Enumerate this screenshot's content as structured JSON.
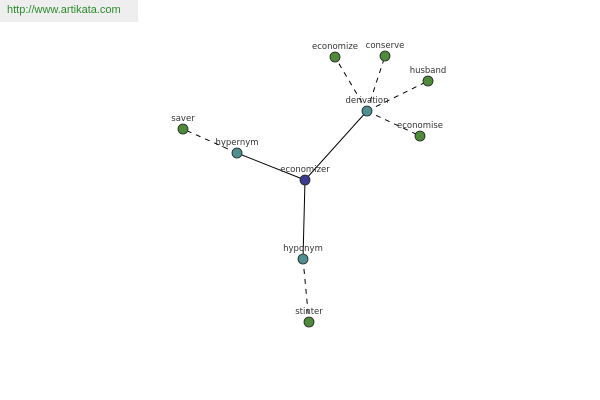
{
  "header": {
    "url": "http://www.artikata.com"
  },
  "graph": {
    "center": {
      "label": "economizer",
      "color": "#3a3d8f"
    },
    "relations": [
      {
        "label": "hypernym",
        "color": "#4f8f8f",
        "terms": [
          {
            "label": "saver",
            "color": "#4f8a3a"
          }
        ]
      },
      {
        "label": "derivation",
        "color": "#4f8f8f",
        "terms": [
          {
            "label": "economize",
            "color": "#4f8a3a"
          },
          {
            "label": "conserve",
            "color": "#4f8a3a"
          },
          {
            "label": "husband",
            "color": "#4f8a3a"
          },
          {
            "label": "economise",
            "color": "#4f8a3a"
          }
        ]
      },
      {
        "label": "hyponym",
        "color": "#4f8f8f",
        "terms": [
          {
            "label": "stinter",
            "color": "#4f8a3a"
          }
        ]
      }
    ]
  }
}
